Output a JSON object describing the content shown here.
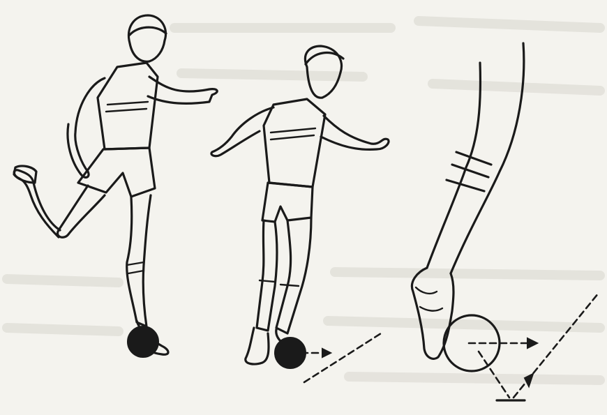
{
  "figure": {
    "panels": [
      {
        "id": "panel-1",
        "subject": "player-approach-run",
        "ball": "dark"
      },
      {
        "id": "panel-2",
        "subject": "player-contact-ball",
        "ball": "dark"
      },
      {
        "id": "panel-3",
        "subject": "foot-close-up",
        "ball": "outline"
      }
    ],
    "colors": {
      "ink": "#1a1a1a",
      "paper": "#f4f3ee",
      "bleed": "#d8d6cf"
    }
  }
}
